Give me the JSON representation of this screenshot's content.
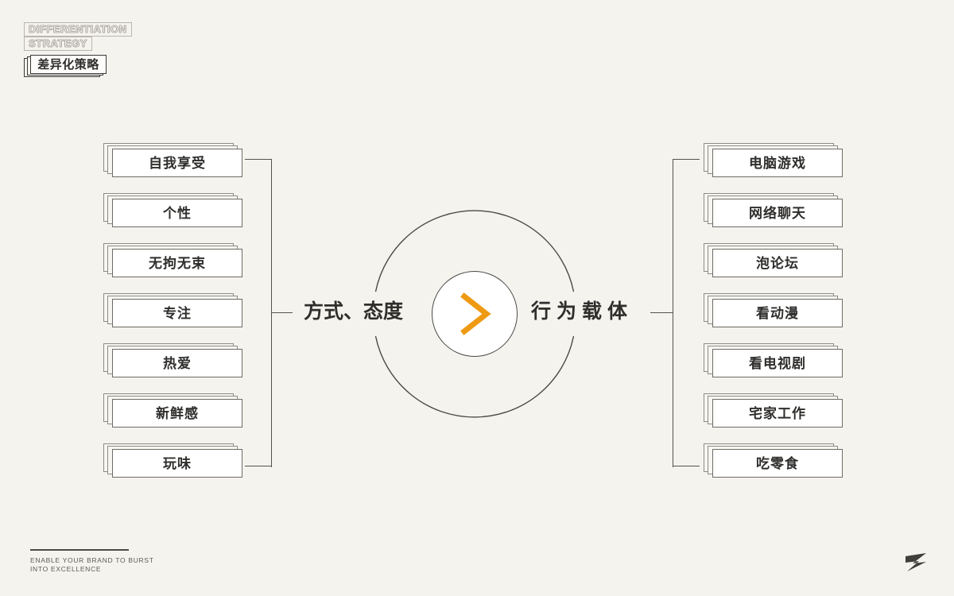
{
  "brand": {
    "en_line1": "DIFFERENTIATION",
    "en_line2": "STRATEGY",
    "cn": "差异化策略"
  },
  "center": {
    "left_label": "方式、态度",
    "right_label": "行为载体",
    "arrow_icon": "chevron-right-icon",
    "accent_color": "#ee9a13",
    "ring_color": "#4a4946"
  },
  "left_column": {
    "heading": "方式、态度",
    "items": [
      {
        "label": "自我享受"
      },
      {
        "label": "个性"
      },
      {
        "label": "无拘无束"
      },
      {
        "label": "专注"
      },
      {
        "label": "热爱"
      },
      {
        "label": "新鲜感"
      },
      {
        "label": "玩味"
      }
    ]
  },
  "right_column": {
    "heading": "行为载体",
    "items": [
      {
        "label": "电脑游戏"
      },
      {
        "label": "网络聊天"
      },
      {
        "label": "泡论坛"
      },
      {
        "label": "看动漫"
      },
      {
        "label": "看电视剧"
      },
      {
        "label": "宅家工作"
      },
      {
        "label": "吃零食"
      }
    ]
  },
  "footer": {
    "tagline_line1": "ENABLE YOUR BRAND TO BURST",
    "tagline_line2": "INTO EXCELLENCE",
    "corner_mark": "z-logo-icon"
  },
  "theme": {
    "background": "#f5f3ee",
    "card_fill": "#ffffff",
    "ink": "#2f2e2c",
    "accent": "#ee9a13"
  }
}
